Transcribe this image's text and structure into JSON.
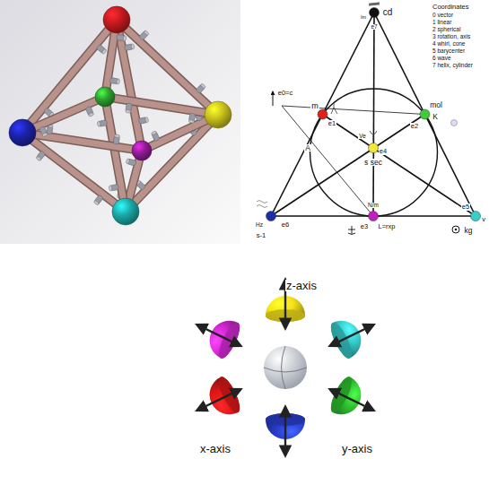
{
  "diagram": {
    "labels": [
      "Coordinates",
      "0 vector",
      "1 linear",
      "2 spherical",
      "3 rotation, axis",
      "4 whirl, cone",
      "5 barycenter",
      "6 wave",
      "7 helix, cylinder",
      "Im",
      "cd",
      "e7",
      "e0=c",
      "m",
      "e1",
      "mol",
      "K",
      "e2",
      "A",
      "Ve",
      "e4",
      "s sec",
      "N/m",
      "e3",
      "L=rxp",
      "Hz",
      "e6",
      "s-1",
      "e5",
      "v",
      "kg",
      "z-axis",
      "x-axis",
      "y-axis"
    ]
  }
}
